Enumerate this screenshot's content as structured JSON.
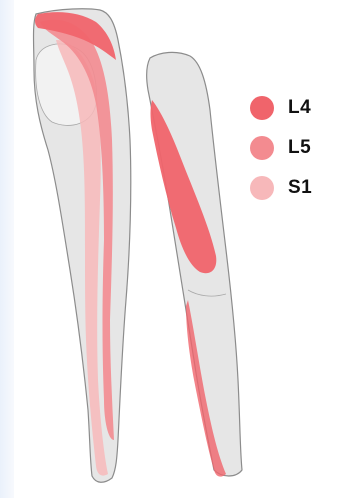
{
  "legend": {
    "items": [
      {
        "label": "L4",
        "color": "#f0646b"
      },
      {
        "label": "L5",
        "color": "#f38b90"
      },
      {
        "label": "S1",
        "color": "#f7b8ba"
      }
    ]
  },
  "colors": {
    "background": "#ffffff",
    "skin": "#e6e6e6",
    "outline": "#8c8c8c",
    "l4": "#f0646b",
    "l5": "#f38b90",
    "s1": "#f7b8ba"
  }
}
